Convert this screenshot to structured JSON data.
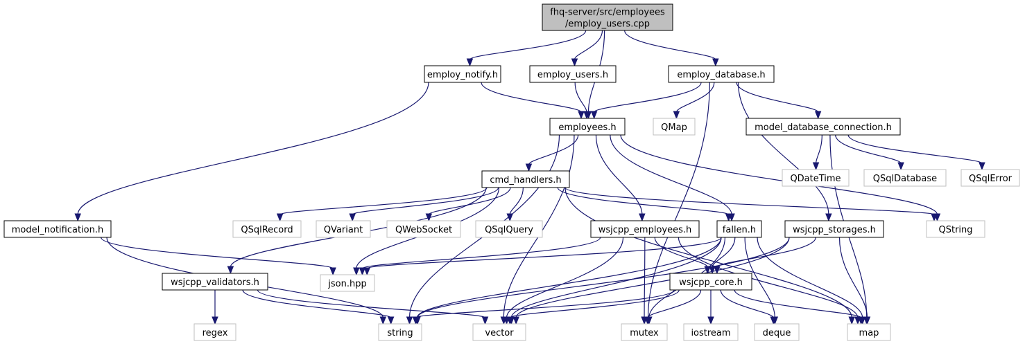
{
  "colors": {
    "edge": "#191970",
    "root_fill": "#bfbfbf",
    "ext_border": "#bfbfbf",
    "local_border": "#000000"
  },
  "nodes": [
    {
      "id": "root",
      "kind": "root",
      "lines": [
        "fhq-server/src/employees",
        "/employ_users.cpp"
      ]
    },
    {
      "id": "employ_notify",
      "kind": "local",
      "lines": [
        "employ_notify.h"
      ]
    },
    {
      "id": "employ_users",
      "kind": "local",
      "lines": [
        "employ_users.h"
      ]
    },
    {
      "id": "employ_database",
      "kind": "local",
      "lines": [
        "employ_database.h"
      ]
    },
    {
      "id": "employees",
      "kind": "local",
      "lines": [
        "employees.h"
      ]
    },
    {
      "id": "qmap",
      "kind": "ext",
      "lines": [
        "QMap"
      ]
    },
    {
      "id": "model_database_connection",
      "kind": "local",
      "lines": [
        "model_database_connection.h"
      ]
    },
    {
      "id": "cmd_handlers",
      "kind": "local",
      "lines": [
        "cmd_handlers.h"
      ]
    },
    {
      "id": "qdatetime",
      "kind": "ext",
      "lines": [
        "QDateTime"
      ]
    },
    {
      "id": "qsqldatabase",
      "kind": "ext",
      "lines": [
        "QSqlDatabase"
      ]
    },
    {
      "id": "qsqlerror",
      "kind": "ext",
      "lines": [
        "QSqlError"
      ]
    },
    {
      "id": "model_notification",
      "kind": "local",
      "lines": [
        "model_notification.h"
      ]
    },
    {
      "id": "qsqlrecord",
      "kind": "ext",
      "lines": [
        "QSqlRecord"
      ]
    },
    {
      "id": "qvariant",
      "kind": "ext",
      "lines": [
        "QVariant"
      ]
    },
    {
      "id": "qwebsocket",
      "kind": "ext",
      "lines": [
        "QWebSocket"
      ]
    },
    {
      "id": "qsqlquery",
      "kind": "ext",
      "lines": [
        "QSqlQuery"
      ]
    },
    {
      "id": "wsjcpp_employees",
      "kind": "local",
      "lines": [
        "wsjcpp_employees.h"
      ]
    },
    {
      "id": "fallen",
      "kind": "local",
      "lines": [
        "fallen.h"
      ]
    },
    {
      "id": "wsjcpp_storages",
      "kind": "local",
      "lines": [
        "wsjcpp_storages.h"
      ]
    },
    {
      "id": "qstring",
      "kind": "ext",
      "lines": [
        "QString"
      ]
    },
    {
      "id": "wsjcpp_validators",
      "kind": "local",
      "lines": [
        "wsjcpp_validators.h"
      ]
    },
    {
      "id": "json",
      "kind": "ext",
      "lines": [
        "json.hpp"
      ]
    },
    {
      "id": "wsjcpp_core",
      "kind": "local",
      "lines": [
        "wsjcpp_core.h"
      ]
    },
    {
      "id": "regex",
      "kind": "ext",
      "lines": [
        "regex"
      ]
    },
    {
      "id": "string",
      "kind": "ext",
      "lines": [
        "string"
      ]
    },
    {
      "id": "vector",
      "kind": "ext",
      "lines": [
        "vector"
      ]
    },
    {
      "id": "mutex",
      "kind": "ext",
      "lines": [
        "mutex"
      ]
    },
    {
      "id": "iostream",
      "kind": "ext",
      "lines": [
        "iostream"
      ]
    },
    {
      "id": "deque",
      "kind": "ext",
      "lines": [
        "deque"
      ]
    },
    {
      "id": "map",
      "kind": "ext",
      "lines": [
        "map"
      ]
    }
  ],
  "edges": [
    [
      "root",
      "employ_notify"
    ],
    [
      "root",
      "employ_users"
    ],
    [
      "root",
      "employees"
    ],
    [
      "root",
      "employ_database"
    ],
    [
      "employ_notify",
      "employees"
    ],
    [
      "employ_notify",
      "model_notification"
    ],
    [
      "employ_users",
      "employees"
    ],
    [
      "employ_database",
      "employees"
    ],
    [
      "employ_database",
      "qmap"
    ],
    [
      "employ_database",
      "model_database_connection"
    ],
    [
      "employ_database",
      "wsjcpp_storages"
    ],
    [
      "employ_database",
      "mutex"
    ],
    [
      "employees",
      "cmd_handlers"
    ],
    [
      "employees",
      "wsjcpp_employees"
    ],
    [
      "employees",
      "fallen"
    ],
    [
      "employees",
      "qstring"
    ],
    [
      "employees",
      "string"
    ],
    [
      "employees",
      "vector"
    ],
    [
      "model_database_connection",
      "qdatetime"
    ],
    [
      "model_database_connection",
      "qsqldatabase"
    ],
    [
      "model_database_connection",
      "qsqlerror"
    ],
    [
      "model_database_connection",
      "map"
    ],
    [
      "cmd_handlers",
      "qsqlrecord"
    ],
    [
      "cmd_handlers",
      "qvariant"
    ],
    [
      "cmd_handlers",
      "qwebsocket"
    ],
    [
      "cmd_handlers",
      "qsqlquery"
    ],
    [
      "cmd_handlers",
      "fallen"
    ],
    [
      "cmd_handlers",
      "qstring"
    ],
    [
      "cmd_handlers",
      "wsjcpp_validators"
    ],
    [
      "cmd_handlers",
      "json"
    ],
    [
      "cmd_handlers",
      "map"
    ],
    [
      "model_notification",
      "json"
    ],
    [
      "model_notification",
      "string"
    ],
    [
      "wsjcpp_employees",
      "json"
    ],
    [
      "wsjcpp_employees",
      "wsjcpp_core"
    ],
    [
      "wsjcpp_employees",
      "map"
    ],
    [
      "wsjcpp_employees",
      "mutex"
    ],
    [
      "wsjcpp_employees",
      "vector"
    ],
    [
      "fallen",
      "json"
    ],
    [
      "fallen",
      "wsjcpp_core"
    ],
    [
      "fallen",
      "string"
    ],
    [
      "fallen",
      "vector"
    ],
    [
      "fallen",
      "mutex"
    ],
    [
      "fallen",
      "deque"
    ],
    [
      "fallen",
      "map"
    ],
    [
      "wsjcpp_storages",
      "wsjcpp_core"
    ],
    [
      "wsjcpp_storages",
      "string"
    ],
    [
      "wsjcpp_storages",
      "vector"
    ],
    [
      "wsjcpp_storages",
      "map"
    ],
    [
      "wsjcpp_validators",
      "regex"
    ],
    [
      "wsjcpp_validators",
      "string"
    ],
    [
      "wsjcpp_validators",
      "vector"
    ],
    [
      "wsjcpp_core",
      "string"
    ],
    [
      "wsjcpp_core",
      "vector"
    ],
    [
      "wsjcpp_core",
      "mutex"
    ],
    [
      "wsjcpp_core",
      "iostream"
    ],
    [
      "wsjcpp_core",
      "deque"
    ],
    [
      "wsjcpp_core",
      "map"
    ]
  ]
}
